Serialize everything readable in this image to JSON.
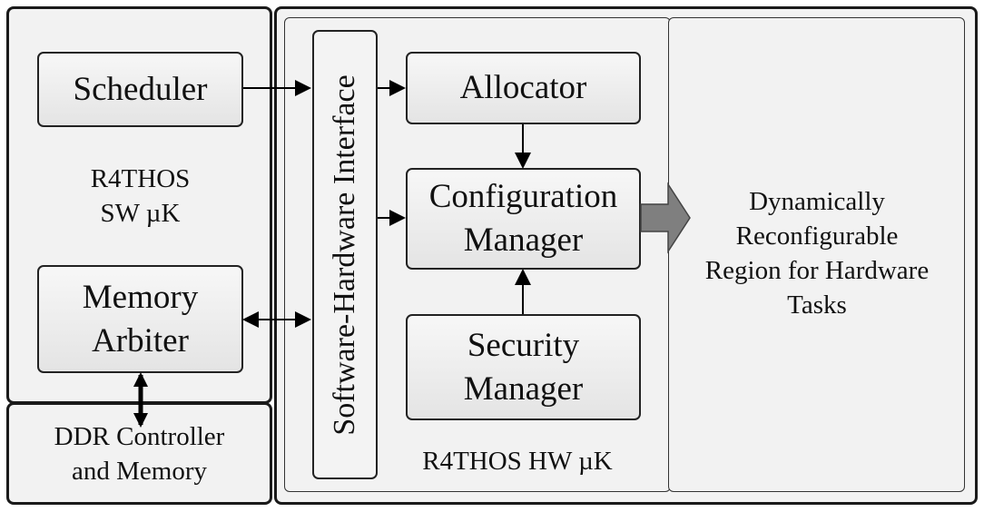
{
  "scheduler": "Scheduler",
  "sw_kernel": {
    "line1": "R4THOS",
    "line2": "SW µK"
  },
  "memory_arbiter": {
    "line1": "Memory",
    "line2": "Arbiter"
  },
  "ddr": {
    "line1": "DDR Controller",
    "line2": "and Memory"
  },
  "interface": "Software-Hardware Interface",
  "allocator": "Allocator",
  "configuration_manager": {
    "line1": "Configuration",
    "line2": "Manager"
  },
  "security_manager": {
    "line1": "Security",
    "line2": "Manager"
  },
  "hw_kernel": "R4THOS HW µK",
  "region": {
    "line1": "Dynamically",
    "line2": "Reconfigurable",
    "line3": "Region for Hardware",
    "line4": "Tasks"
  }
}
